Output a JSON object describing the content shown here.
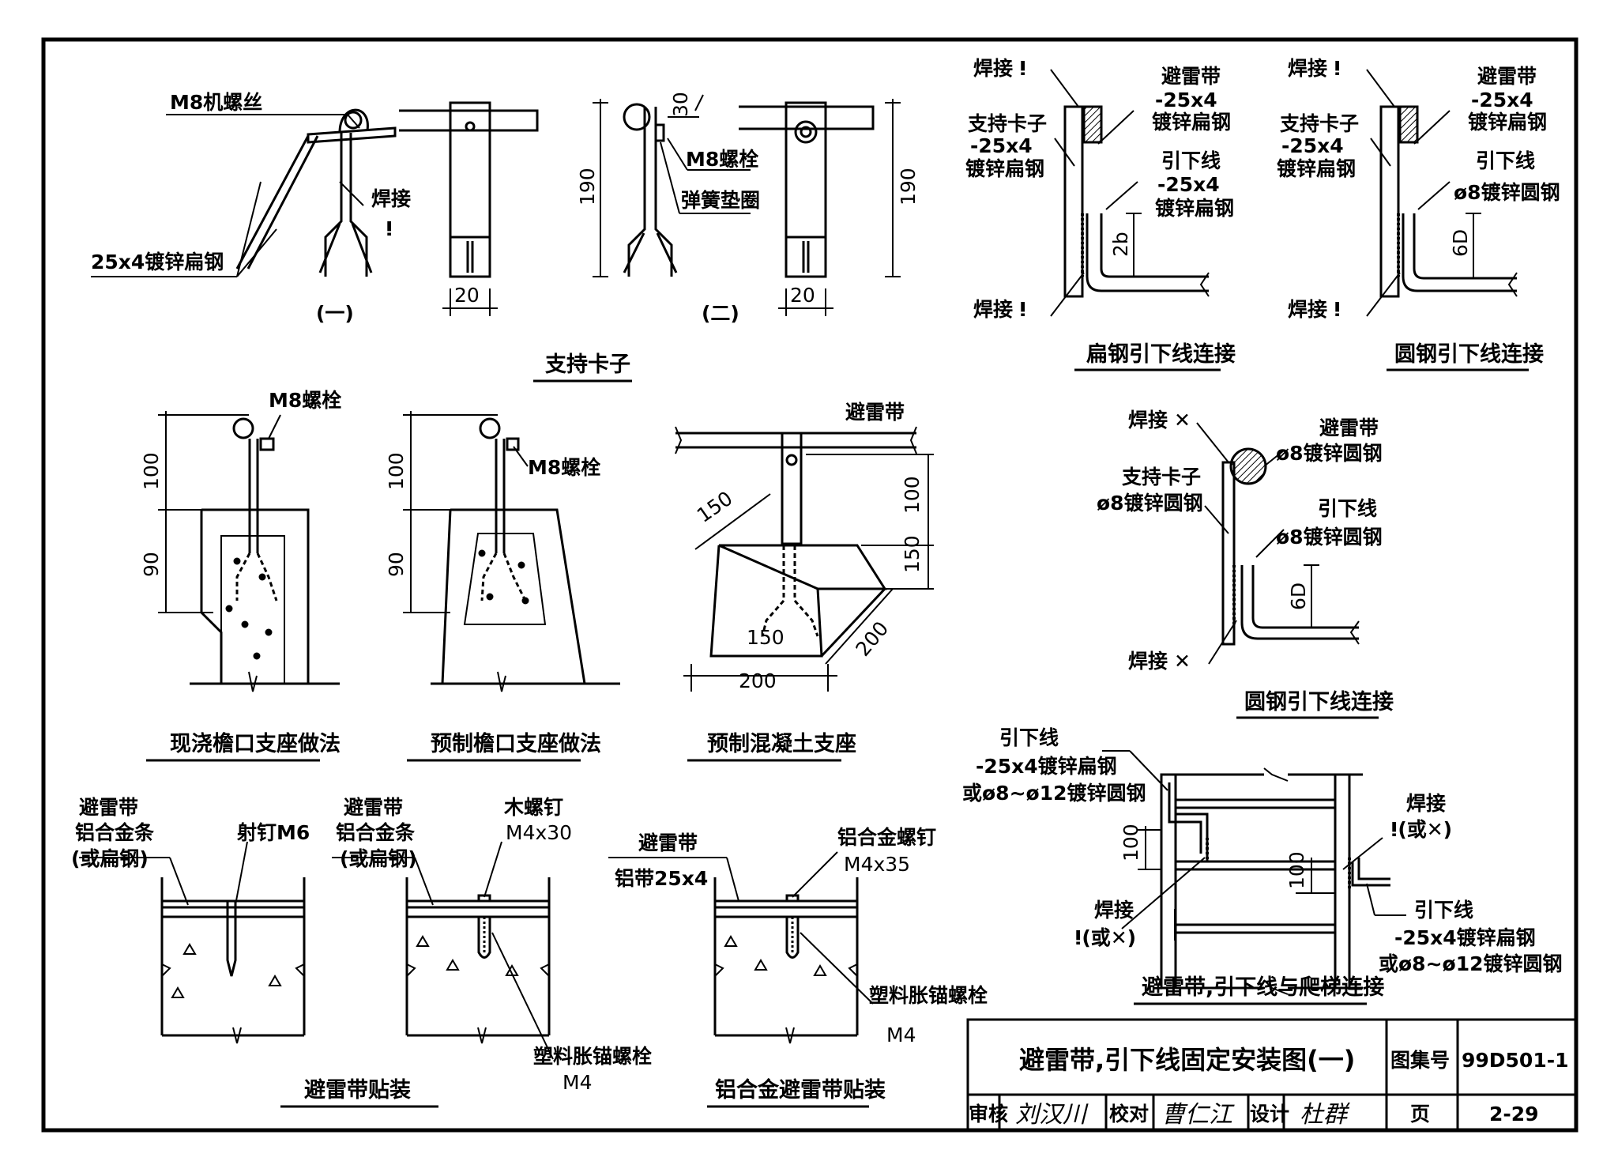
{
  "captions": {
    "support_clip": "支持卡子",
    "flat_down": "扁钢引下线连接",
    "round_down_1": "圆钢引下线连接",
    "round_down_2": "圆钢引下线连接",
    "castin": "现浇檐口支座做法",
    "precast": "预制檐口支座做法",
    "block": "预制混凝土支座",
    "ladder": "避雷带,引下线与爬梯连接",
    "belt_mount": "避雷带贴装",
    "alu_mount": "铝合金避雷带贴装"
  },
  "clip1": {
    "bolt": "M8机螺丝",
    "weld": "焊接",
    "weld_sym": "ⵑ",
    "steel": "25x4镀锌扁钢",
    "dim_w": "20",
    "view": "(一)"
  },
  "clip2": {
    "dim_h": "190",
    "dim_30": "30",
    "bolt": "M8螺栓",
    "washer": "弹簧垫圈",
    "dim_w": "20",
    "dim_h2": "190",
    "view": "(二)"
  },
  "flat": {
    "weld_top": "焊接",
    "clip1": "支持卡子",
    "clip2": "-25x4",
    "clip3": "镀锌扁钢",
    "belt1": "避雷带",
    "belt2": "-25x4",
    "belt3": "镀锌扁钢",
    "down1": "引下线",
    "down2": "-25x4",
    "down3": "镀锌扁钢",
    "dim": "2b",
    "weld_bottom": "焊接"
  },
  "round1": {
    "weld_top": "焊接",
    "clip1": "支持卡子",
    "clip2": "-25x4",
    "clip3": "镀锌扁钢",
    "belt1": "避雷带",
    "belt2": "-25x4",
    "belt3": "镀锌扁钢",
    "down1": "引下线",
    "down2": "ø8镀锌圆钢",
    "dim": "6D",
    "weld_bottom": "焊接"
  },
  "round2": {
    "weld_top": "焊接",
    "clip1": "支持卡子",
    "clip2": "ø8镀锌圆钢",
    "belt1": "避雷带",
    "belt2": "ø8镀锌圆钢",
    "down1": "引下线",
    "down2": "ø8镀锌圆钢",
    "dim": "6D",
    "weld_bottom": "焊接"
  },
  "castin": {
    "bolt": "M8螺栓",
    "d100": "100",
    "d90": "90"
  },
  "precast": {
    "bolt": "M8螺栓",
    "d100": "100",
    "d90": "90"
  },
  "block": {
    "belt": "避雷带",
    "d100": "100",
    "d150a": "150",
    "d150b": "150",
    "d150c": "150",
    "d200a": "200",
    "d200b": "200"
  },
  "ladder": {
    "down_a1": "引下线",
    "down_a2": "-25x4镀锌扁钢",
    "down_a3": "或ø8~ø12镀锌圆钢",
    "d100a": "100",
    "d100b": "100",
    "weld_r1": "焊接",
    "weld_r2": "ⵑ(或✕)",
    "weld_l1": "焊接",
    "weld_l2": "ⵑ(或✕)",
    "down_b1": "引下线",
    "down_b2": "-25x4镀锌扁钢",
    "down_b3": "或ø8~ø12镀锌圆钢"
  },
  "belt": {
    "l1": "避雷带",
    "l2": "铝合金条",
    "l3": "(或扁钢)",
    "nail": "射钉M6"
  },
  "wood": {
    "l1": "避雷带",
    "l2": "铝合金条",
    "l3": "(或扁钢)",
    "screw1": "木螺钉",
    "screw2": "M4x30",
    "anchor1": "塑料胀锚螺栓",
    "anchor2": "M4"
  },
  "alu": {
    "l1": "避雷带",
    "l2": "铝带25x4",
    "screw1": "铝合金螺钉",
    "screw2": "M4x35",
    "anchor1": "塑料胀锚螺栓",
    "anchor2": "M4"
  },
  "title_block": {
    "title": "避雷带,引下线固定安装图(一)",
    "atlas_label": "图集号",
    "atlas_no": "99D501-1",
    "review": "审核",
    "check": "校对",
    "design": "设计",
    "page_label": "页",
    "page_no": "2-29",
    "sig_review": "刘汉川",
    "sig_check": "曹仁江",
    "sig_design": "杜群"
  }
}
